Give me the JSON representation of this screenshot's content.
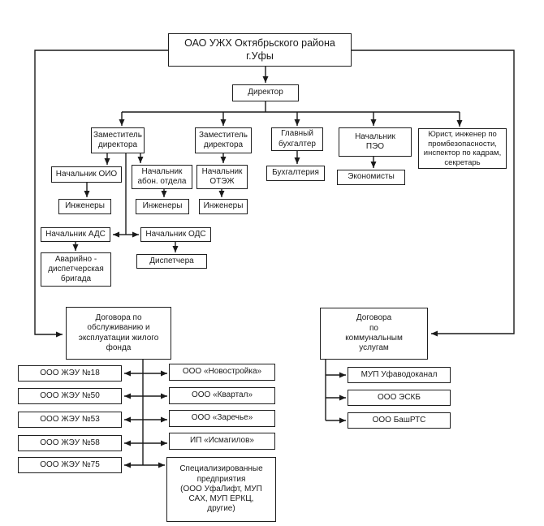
{
  "diagram": {
    "title": "ОАО УЖХ Октябрьского района г.Уфы — организационная структура",
    "colors": {
      "line": "#1a1a1a",
      "box_border": "#1f1f1f",
      "box_background": "#ffffff",
      "text": "#1a1a1a"
    },
    "nodes": {
      "root": {
        "label": "ОАО УЖХ Октябрьского района\nг.Уфы"
      },
      "director": {
        "label": "Директор"
      },
      "deputy1": {
        "label": "Заместитель\nдиректора"
      },
      "deputy2": {
        "label": "Заместитель\nдиректора"
      },
      "chief_accountant": {
        "label": "Главный\nбухгалтер"
      },
      "peo": {
        "label": "Начальник\nПЭО"
      },
      "jurist": {
        "label": "Юрист, инженер по\nпромбезопасности,\nинспектор по кадрам,\nсекретарь"
      },
      "oio": {
        "label": "Начальник ОИО"
      },
      "abon": {
        "label": "Начальник\nабон. отдела"
      },
      "otezh": {
        "label": "Начальник\nОТЭЖ"
      },
      "eng_oio": {
        "label": "Инженеры"
      },
      "eng_abon": {
        "label": "Инженеры"
      },
      "eng_otezh": {
        "label": "Инженеры"
      },
      "accounting": {
        "label": "Бухгалтерия"
      },
      "economists": {
        "label": "Экономисты"
      },
      "ads": {
        "label": "Начальник АДС"
      },
      "ods": {
        "label": "Начальник ОДС"
      },
      "brigade": {
        "label": "Аварийно -\nдиспетчерская\nбригада"
      },
      "dispatchers": {
        "label": "Диспетчера"
      },
      "housing_contracts": {
        "label": "Договора по\nобслуживанию и\nэксплуатации жилого\nфонда"
      },
      "utility_contracts": {
        "label": "Договора\nпо\nкоммунальным\nуслугам"
      },
      "zheu18": {
        "label": "ООО ЖЭУ №18"
      },
      "zheu50": {
        "label": "ООО ЖЭУ №50"
      },
      "zheu53": {
        "label": "ООО ЖЭУ №53"
      },
      "zheu58": {
        "label": "ООО ЖЭУ №58"
      },
      "zheu75": {
        "label": "ООО ЖЭУ №75"
      },
      "novostroyka": {
        "label": "ООО «Новостройка»"
      },
      "kvartal": {
        "label": "ООО «Квартал»"
      },
      "zarechye": {
        "label": "ООО «Заречье»"
      },
      "ismagilov": {
        "label": "ИП «Исмагилов»"
      },
      "spec": {
        "label": "Специализированные\nпредприятия\n(ООО УфаЛифт, МУП\nСАХ, МУП ЕРКЦ,\nдругие)"
      },
      "vodokanal": {
        "label": "МУП Уфаводоканал"
      },
      "eskb": {
        "label": "ООО ЭСКБ"
      },
      "bashrts": {
        "label": "ООО БашРТС"
      }
    }
  }
}
